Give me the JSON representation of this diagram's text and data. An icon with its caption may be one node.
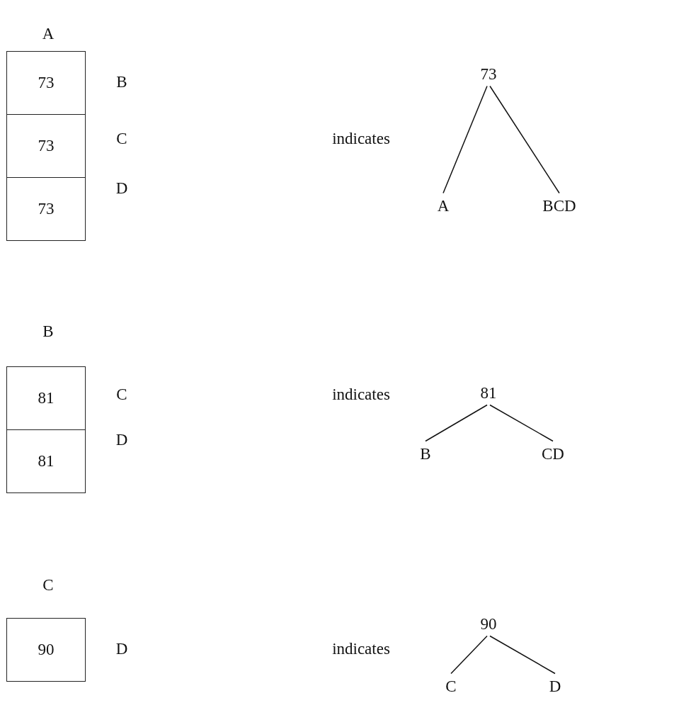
{
  "diagram": {
    "nodes": [
      {
        "text": [
          "73"
        ]
      },
      {
        "text": [
          "73"
        ]
      },
      {
        "text": [
          "73"
        ]
      },
      {
        "text": [
          "73"
        ]
      },
      {
        "text": [
          "A"
        ]
      },
      {
        "text": [
          "BCD"
        ]
      },
      {
        "text": [
          "81"
        ]
      },
      {
        "text": [
          "81"
        ]
      },
      {
        "text": [
          "81"
        ]
      },
      {
        "text": [
          "B"
        ]
      },
      {
        "text": [
          "CD"
        ]
      },
      {
        "text": [
          "90"
        ]
      },
      {
        "text": [
          "90"
        ]
      },
      {
        "text": [
          "C"
        ]
      },
      {
        "text": [
          "D"
        ]
      }
    ],
    "edges": [
      {
        "from": 3,
        "to": 4,
        "arrow": "none"
      },
      {
        "from": 3,
        "to": 5,
        "arrow": "none"
      },
      {
        "from": 8,
        "to": 9,
        "arrow": "none"
      },
      {
        "from": 8,
        "to": 10,
        "arrow": "none"
      },
      {
        "from": 12,
        "to": 13,
        "arrow": "none"
      },
      {
        "from": 12,
        "to": 14,
        "arrow": "none"
      }
    ],
    "labels": [
      "A",
      "B",
      "C",
      "D",
      "indicates",
      "B",
      "C",
      "D",
      "indicates",
      "C",
      "D",
      "indicates"
    ]
  }
}
